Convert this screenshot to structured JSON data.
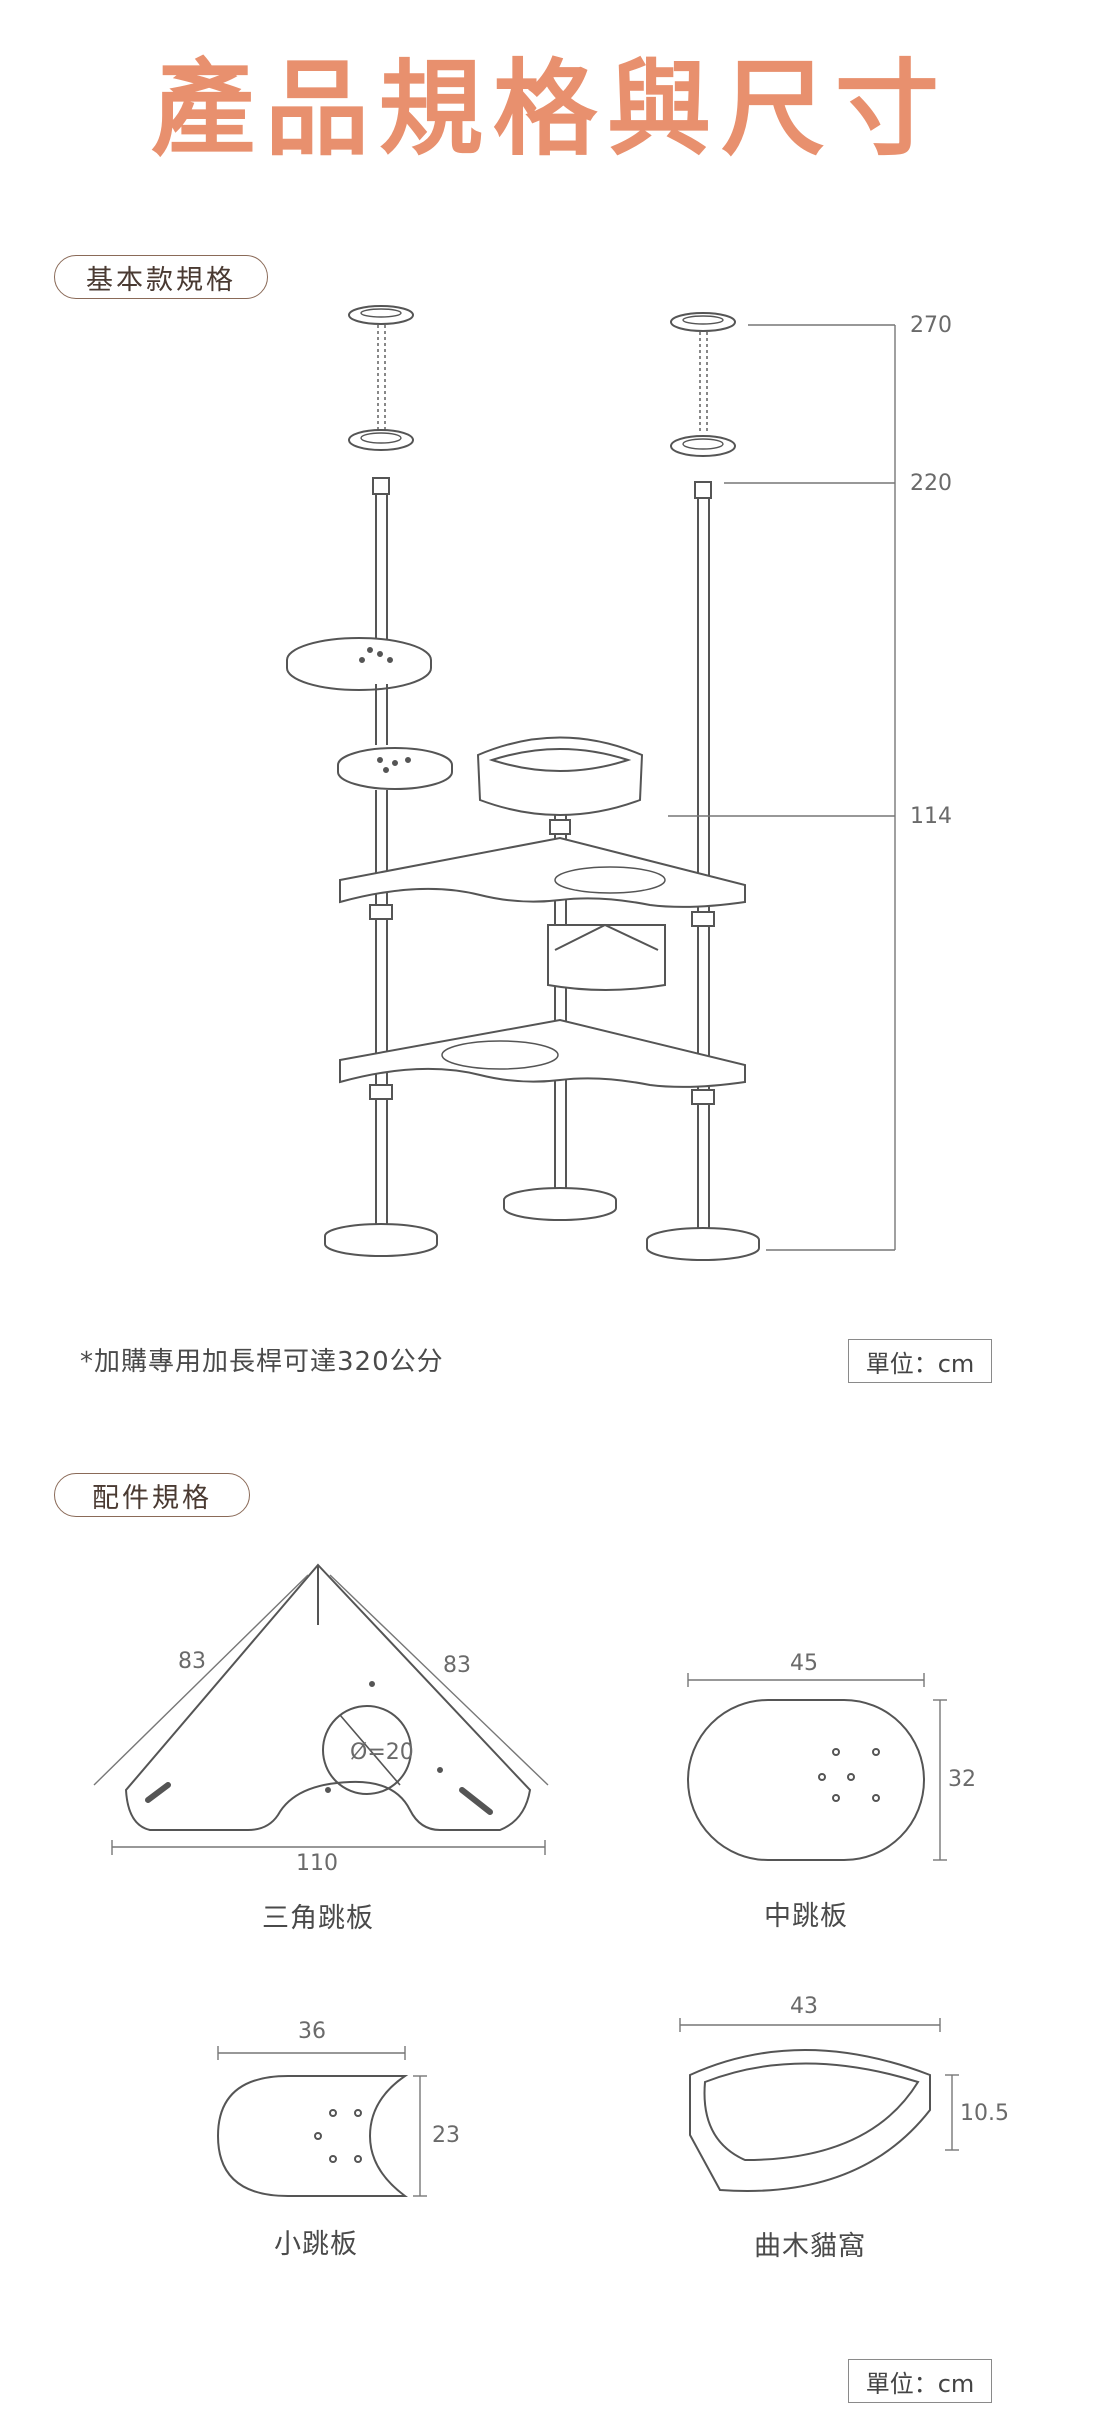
{
  "header": {
    "title": "產品規格與尺寸"
  },
  "basic": {
    "label": "基本款規格",
    "heights": [
      "270",
      "220",
      "114"
    ],
    "note": "*加購專用加長桿可達320公分",
    "unit": "單位：cm"
  },
  "accessories": {
    "label": "配件規格",
    "triangle": {
      "caption": "三角跳板",
      "side_left": "83",
      "side_right": "83",
      "width": "110",
      "hole": "Ø=20"
    },
    "medium": {
      "caption": "中跳板",
      "width": "45",
      "height": "32"
    },
    "small": {
      "caption": "小跳板",
      "width": "36",
      "height": "23"
    },
    "bed": {
      "caption": "曲木貓窩",
      "width": "43",
      "height": "10.5"
    },
    "unit": "單位：cm"
  },
  "colors": {
    "accent": "#e8906e",
    "line": "#555555",
    "pill_border": "#8a6a58"
  }
}
